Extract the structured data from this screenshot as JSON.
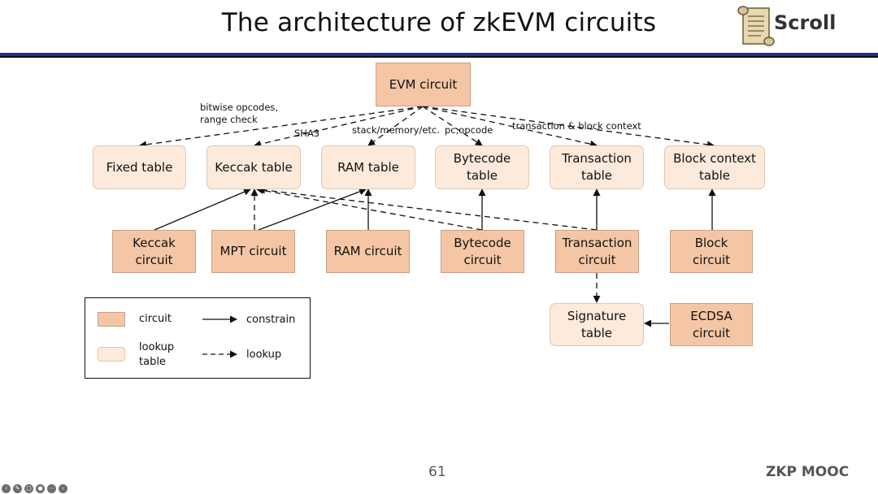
{
  "slide": {
    "title": "The architecture of zkEVM circuits",
    "page_number": "61",
    "footer_tag": "ZKP MOOC",
    "logo_text": "Scroll"
  },
  "nodes": {
    "evm": "EVM circuit",
    "fixed_table": "Fixed table",
    "keccak_table": "Keccak table",
    "ram_table": "RAM table",
    "bytecode_table": [
      "Bytecode",
      "table"
    ],
    "transaction_table": [
      "Transaction",
      "table"
    ],
    "block_context_table": [
      "Block context",
      "table"
    ],
    "keccak_circuit": [
      "Keccak",
      "circuit"
    ],
    "mpt_circuit": "MPT circuit",
    "ram_circuit": "RAM circuit",
    "bytecode_circuit": [
      "Bytecode",
      "circuit"
    ],
    "transaction_circuit": [
      "Transaction",
      "circuit"
    ],
    "block_circuit": [
      "Block",
      "circuit"
    ],
    "signature_table": [
      "Signature",
      "table"
    ],
    "ecdsa_circuit": [
      "ECDSA",
      "circuit"
    ]
  },
  "edge_labels": {
    "bitwise": [
      "bitwise opcodes,",
      "range check"
    ],
    "sha3": "SHA3",
    "stack": "stack/memory/etc.",
    "pc": "pc,opcode",
    "tx_block": "transaction & block context"
  },
  "legend": {
    "circuit": "circuit",
    "lookup_table": [
      "lookup",
      "table"
    ],
    "constrain": "constrain",
    "lookup": "lookup"
  },
  "colors": {
    "circuit_fill": "#f4c6a5",
    "table_fill": "#fdeadb",
    "title_bar": "#1f2f8c"
  }
}
